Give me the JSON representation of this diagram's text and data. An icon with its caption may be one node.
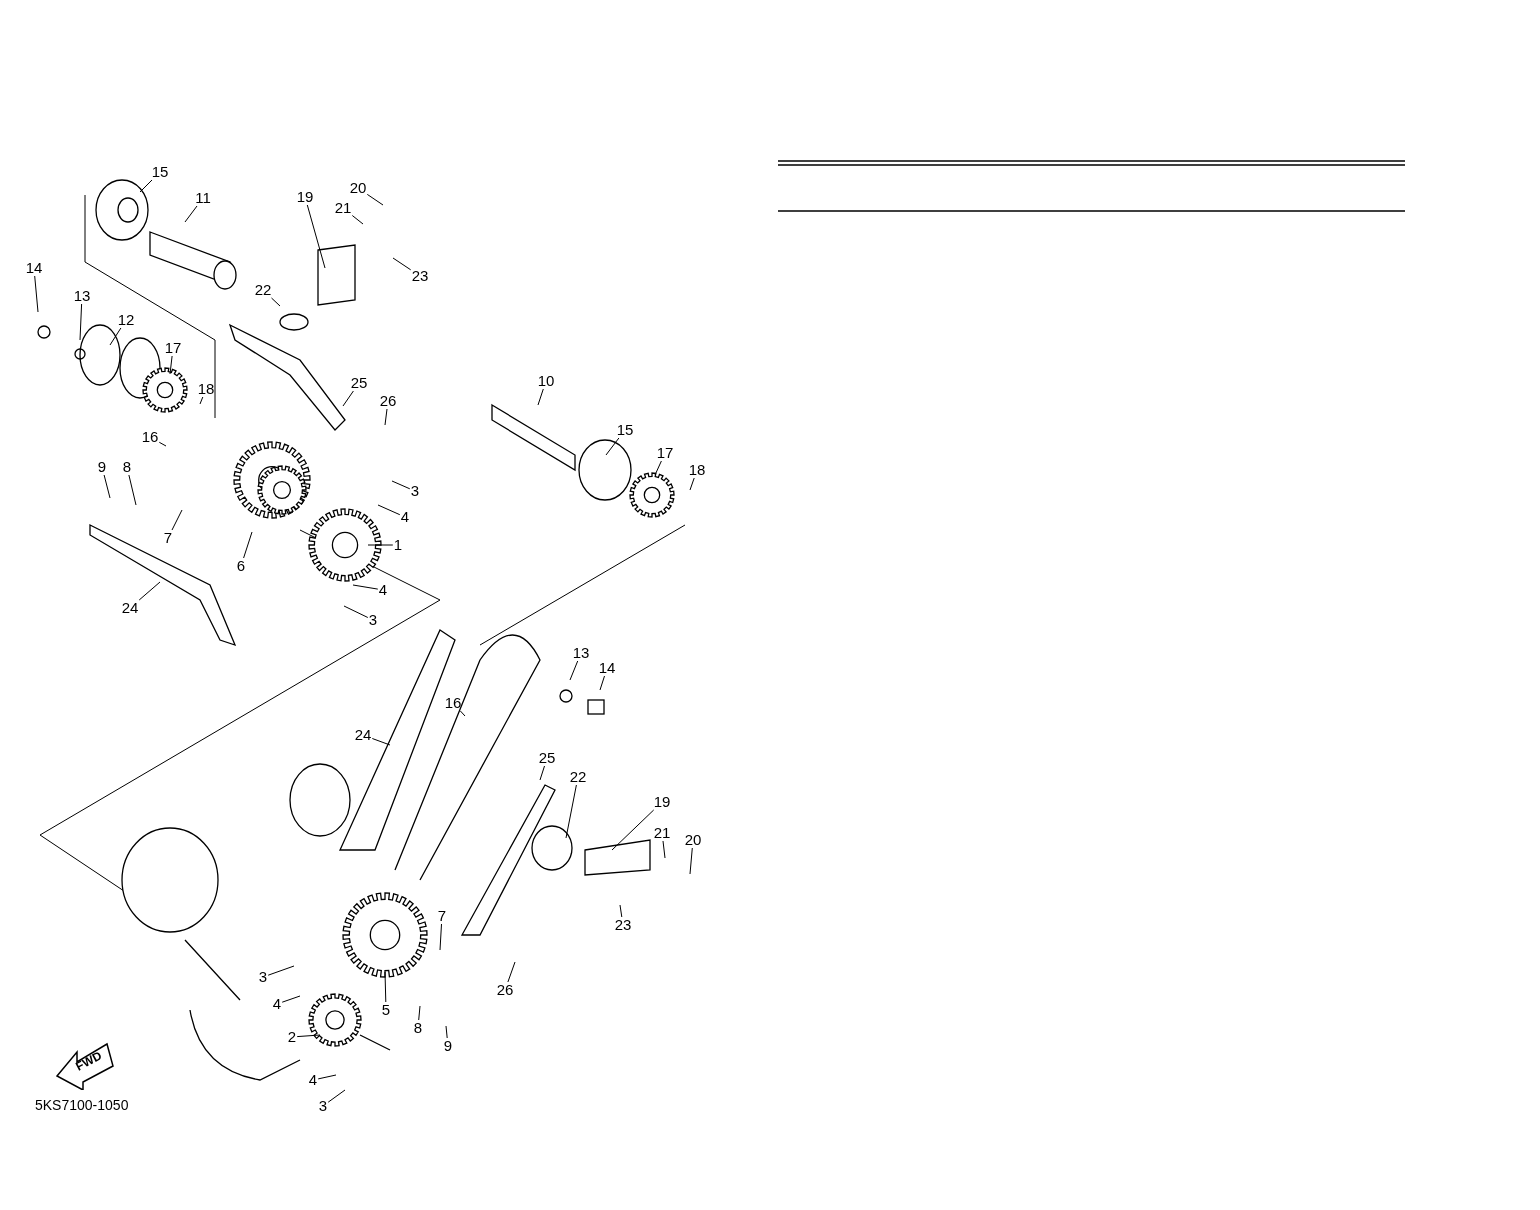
{
  "diagram": {
    "nodes": [
      {
        "text": [
          "15"
        ]
      },
      {
        "text": [
          "11"
        ]
      },
      {
        "text": [
          "19"
        ]
      },
      {
        "text": [
          "20"
        ]
      },
      {
        "text": [
          "21"
        ]
      },
      {
        "text": [
          "23"
        ]
      },
      {
        "text": [
          "22"
        ]
      },
      {
        "text": [
          "14"
        ]
      },
      {
        "text": [
          "13"
        ]
      },
      {
        "text": [
          "12"
        ]
      },
      {
        "text": [
          "17"
        ]
      },
      {
        "text": [
          "18"
        ]
      },
      {
        "text": [
          "25"
        ]
      },
      {
        "text": [
          "26"
        ]
      },
      {
        "text": [
          "10"
        ]
      },
      {
        "text": [
          "15"
        ]
      },
      {
        "text": [
          "17"
        ]
      },
      {
        "text": [
          "18"
        ]
      },
      {
        "text": [
          "16"
        ]
      },
      {
        "text": [
          "9"
        ]
      },
      {
        "text": [
          "8"
        ]
      },
      {
        "text": [
          "3"
        ]
      },
      {
        "text": [
          "4"
        ]
      },
      {
        "text": [
          "1"
        ]
      },
      {
        "text": [
          "7"
        ]
      },
      {
        "text": [
          "6"
        ]
      },
      {
        "text": [
          "4"
        ]
      },
      {
        "text": [
          "3"
        ]
      },
      {
        "text": [
          "24"
        ]
      },
      {
        "text": [
          "13"
        ]
      },
      {
        "text": [
          "14"
        ]
      },
      {
        "text": [
          "16"
        ]
      },
      {
        "text": [
          "24"
        ]
      },
      {
        "text": [
          "25"
        ]
      },
      {
        "text": [
          "22"
        ]
      },
      {
        "text": [
          "19"
        ]
      },
      {
        "text": [
          "21"
        ]
      },
      {
        "text": [
          "20"
        ]
      },
      {
        "text": [
          "23"
        ]
      },
      {
        "text": [
          "7"
        ]
      },
      {
        "text": [
          "5"
        ]
      },
      {
        "text": [
          "26"
        ]
      },
      {
        "text": [
          "3"
        ]
      },
      {
        "text": [
          "4"
        ]
      },
      {
        "text": [
          "2"
        ]
      },
      {
        "text": [
          "8"
        ]
      },
      {
        "text": [
          "9"
        ]
      },
      {
        "text": [
          "4"
        ]
      },
      {
        "text": [
          "3"
        ]
      },
      {
        "text": [
          "FWD"
        ]
      }
    ],
    "edges": [
      {
        "from": 0,
        "to": null,
        "arrow": "none"
      },
      {
        "from": 1,
        "to": null,
        "arrow": "none"
      },
      {
        "from": 2,
        "to": null,
        "arrow": "none"
      },
      {
        "from": 3,
        "to": null,
        "arrow": "none"
      },
      {
        "from": 4,
        "to": null,
        "arrow": "none"
      },
      {
        "from": 5,
        "to": null,
        "arrow": "none"
      },
      {
        "from": 6,
        "to": null,
        "arrow": "none"
      },
      {
        "from": 7,
        "to": null,
        "arrow": "none"
      },
      {
        "from": 8,
        "to": null,
        "arrow": "none"
      },
      {
        "from": 9,
        "to": null,
        "arrow": "none"
      },
      {
        "from": 10,
        "to": null,
        "arrow": "none"
      },
      {
        "from": 11,
        "to": null,
        "arrow": "none"
      },
      {
        "from": 12,
        "to": null,
        "arrow": "none"
      },
      {
        "from": 13,
        "to": null,
        "arrow": "none"
      },
      {
        "from": 14,
        "to": null,
        "arrow": "none"
      },
      {
        "from": 15,
        "to": null,
        "arrow": "none"
      },
      {
        "from": 16,
        "to": null,
        "arrow": "none"
      },
      {
        "from": 17,
        "to": null,
        "arrow": "none"
      },
      {
        "from": 18,
        "to": null,
        "arrow": "none"
      },
      {
        "from": 19,
        "to": null,
        "arrow": "none"
      },
      {
        "from": 20,
        "to": null,
        "arrow": "none"
      },
      {
        "from": 21,
        "to": null,
        "arrow": "none"
      },
      {
        "from": 22,
        "to": null,
        "arrow": "none"
      },
      {
        "from": 23,
        "to": null,
        "arrow": "none"
      },
      {
        "from": 24,
        "to": null,
        "arrow": "none"
      },
      {
        "from": 25,
        "to": null,
        "arrow": "none"
      },
      {
        "from": 26,
        "to": null,
        "arrow": "none"
      },
      {
        "from": 27,
        "to": null,
        "arrow": "none"
      },
      {
        "from": 28,
        "to": null,
        "arrow": "none"
      },
      {
        "from": 29,
        "to": null,
        "arrow": "none"
      },
      {
        "from": 30,
        "to": null,
        "arrow": "none"
      },
      {
        "from": 31,
        "to": null,
        "arrow": "none"
      },
      {
        "from": 32,
        "to": null,
        "arrow": "none"
      },
      {
        "from": 33,
        "to": null,
        "arrow": "none"
      },
      {
        "from": 34,
        "to": null,
        "arrow": "none"
      },
      {
        "from": 35,
        "to": null,
        "arrow": "none"
      },
      {
        "from": 36,
        "to": null,
        "arrow": "none"
      },
      {
        "from": 37,
        "to": null,
        "arrow": "none"
      },
      {
        "from": 38,
        "to": null,
        "arrow": "none"
      },
      {
        "from": 39,
        "to": null,
        "arrow": "none"
      },
      {
        "from": 40,
        "to": null,
        "arrow": "none"
      },
      {
        "from": 41,
        "to": null,
        "arrow": "none"
      },
      {
        "from": 42,
        "to": null,
        "arrow": "none"
      },
      {
        "from": 43,
        "to": null,
        "arrow": "none"
      },
      {
        "from": 44,
        "to": null,
        "arrow": "none"
      },
      {
        "from": 45,
        "to": null,
        "arrow": "none"
      },
      {
        "from": 46,
        "to": null,
        "arrow": "none"
      },
      {
        "from": 47,
        "to": null,
        "arrow": "none"
      },
      {
        "from": 48,
        "to": null,
        "arrow": "none"
      }
    ],
    "labels": [
      "5KS7100-1050"
    ]
  }
}
